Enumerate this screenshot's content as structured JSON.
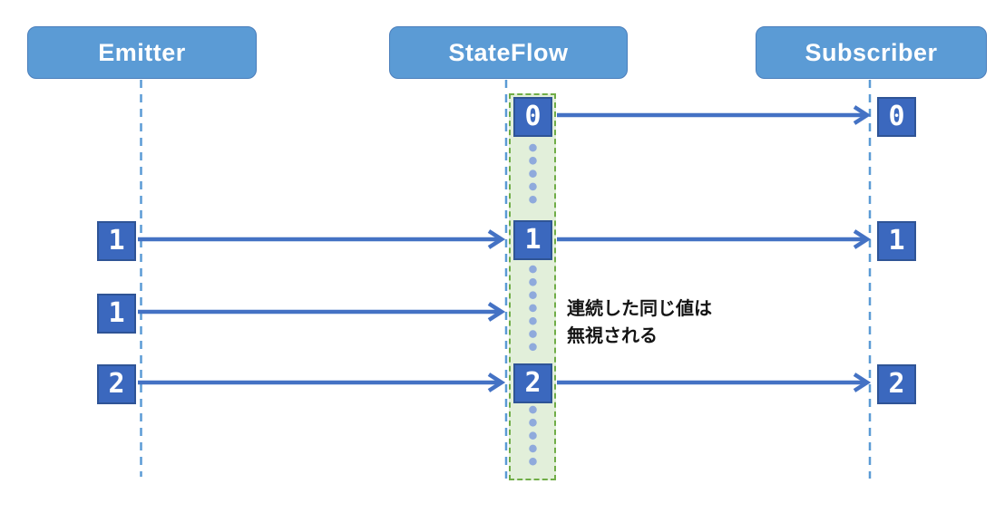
{
  "diagram": {
    "lanes": {
      "emitter": {
        "label": "Emitter",
        "values": [
          "1",
          "1",
          "2"
        ]
      },
      "stateflow": {
        "label": "StateFlow",
        "values": [
          "0",
          "1",
          "2"
        ]
      },
      "subscriber": {
        "label": "Subscriber",
        "values": [
          "0",
          "1",
          "2"
        ]
      }
    },
    "annotation": {
      "line1": "連続した同じ値は",
      "line2": "無視される"
    },
    "colors": {
      "header_fill": "#5b9bd5",
      "header_border": "#4a7ebb",
      "header_text": "#ffffff",
      "value_fill": "#3b68be",
      "value_border": "#2f5496",
      "value_text": "#ffffff",
      "arrow": "#4472c4",
      "lifeline": "#5b9bd5",
      "zone_fill": "#e2efda",
      "zone_border": "#70ad47",
      "dots": "#8faadc",
      "annotation_text": "#141414"
    }
  }
}
